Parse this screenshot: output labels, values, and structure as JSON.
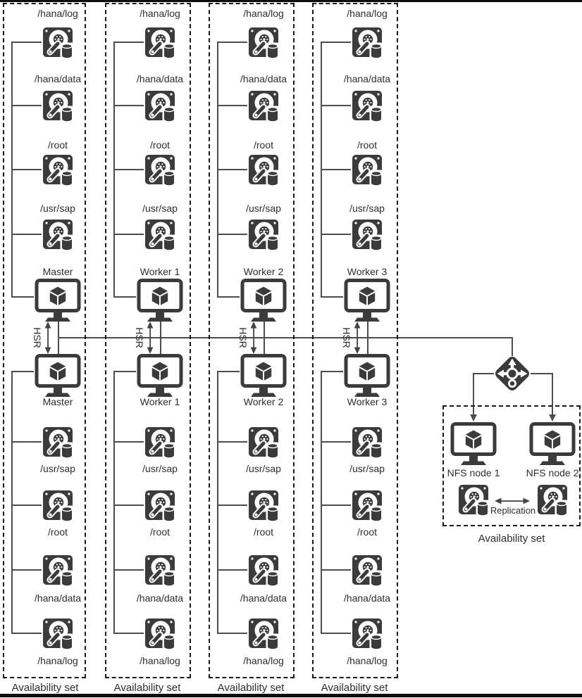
{
  "colors": {
    "icon": "#3b3b3b",
    "line": "#4d4d4d",
    "text": "#2e2e2e",
    "border": "#1a1a1a",
    "background": "#ffffff"
  },
  "columns": [
    {
      "top_disks": [
        "/hana/log",
        "/hana/data",
        "/root",
        "/usr/sap"
      ],
      "vm_top": "Master",
      "hsr": "HSR",
      "vm_bottom": "Master",
      "bottom_disks": [
        "/usr/sap",
        "/root",
        "/hana/data",
        "/hana/log"
      ],
      "availability": "Availability set"
    },
    {
      "top_disks": [
        "/hana/log",
        "/hana/data",
        "/root",
        "/usr/sap"
      ],
      "vm_top": "Worker 1",
      "hsr": "HSR",
      "vm_bottom": "Worker 1",
      "bottom_disks": [
        "/usr/sap",
        "/root",
        "/hana/data",
        "/hana/log"
      ],
      "availability": "Availability set"
    },
    {
      "top_disks": [
        "/hana/log",
        "/hana/data",
        "/root",
        "/usr/sap"
      ],
      "vm_top": "Worker 2",
      "hsr": "HSR",
      "vm_bottom": "Worker 2",
      "bottom_disks": [
        "/usr/sap",
        "/root",
        "/hana/data",
        "/hana/log"
      ],
      "availability": "Availability set"
    },
    {
      "top_disks": [
        "/hana/log",
        "/hana/data",
        "/root",
        "/usr/sap"
      ],
      "vm_top": "Worker 3",
      "hsr": "HSR",
      "vm_bottom": "Worker 3",
      "bottom_disks": [
        "/usr/sap",
        "/root",
        "/hana/data",
        "/hana/log"
      ],
      "availability": "Availability set"
    }
  ],
  "nfs": {
    "node1": "NFS node 1",
    "node2": "NFS node 2",
    "replication": "Replication",
    "availability": "Availability set"
  }
}
